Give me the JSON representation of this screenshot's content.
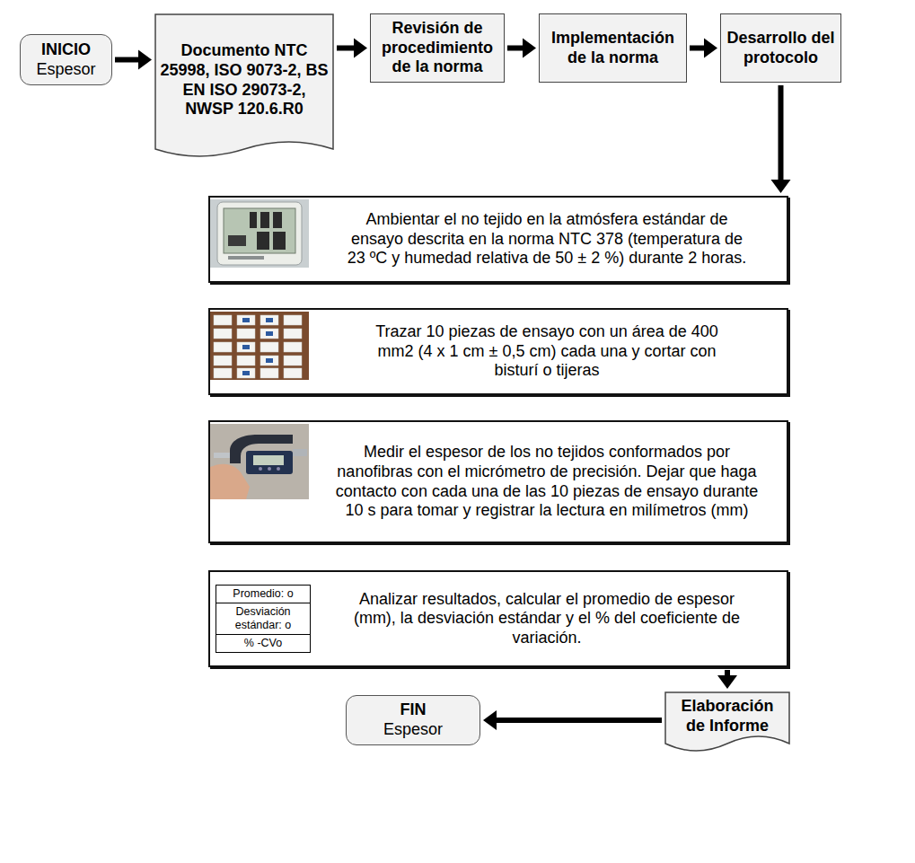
{
  "diagram": {
    "nodes": [
      {
        "text": [
          "INICIO",
          "Espesor"
        ]
      },
      {
        "text": [
          "Documento NTC 25998, ISO 9073-2, BS EN ISO 29073-2, NWSP 120.6.R0"
        ]
      },
      {
        "text": [
          "Revisión de procedimiento de la norma"
        ]
      },
      {
        "text": [
          "Implementación de la norma"
        ]
      },
      {
        "text": [
          "Desarrollo del protocolo"
        ]
      },
      {
        "text": [
          "Ambientar el no tejido en la atmósfera estándar de ensayo descrita en la norma NTC 378 (temperatura de 23 ºC y humedad relativa de 50 ± 2 %) durante 2 horas."
        ]
      },
      {
        "text": [
          "Trazar 10 piezas de ensayo con un área de 400 mm2 (4 x 1 cm ± 0,5 cm) cada una y cortar con bisturí o tijeras"
        ]
      },
      {
        "text": [
          "Medir el espesor de los no tejidos conformados por nanofibras con el micrómetro de precisión. Dejar que haga contacto con cada una de las 10 piezas de ensayo durante 10 s para tomar y registrar la lectura en milímetros (mm)"
        ]
      },
      {
        "text": [
          "Analizar resultados, calcular el promedio de espesor (mm), la desviación estándar y el % del coeficiente de variación."
        ]
      },
      {
        "text": [
          "Elaboración de Informe"
        ]
      },
      {
        "text": [
          "FIN",
          "Espesor"
        ]
      }
    ],
    "edges": [
      {
        "from": 0,
        "to": 1,
        "arrow": "to"
      },
      {
        "from": 1,
        "to": 2,
        "arrow": "to"
      },
      {
        "from": 2,
        "to": 3,
        "arrow": "to"
      },
      {
        "from": 3,
        "to": 4,
        "arrow": "to"
      },
      {
        "from": 4,
        "to": 5,
        "arrow": "to"
      },
      {
        "from": 8,
        "to": 9,
        "arrow": "to"
      },
      {
        "from": 9,
        "to": 10,
        "arrow": "to"
      }
    ],
    "labels": [
      "Promedio: o",
      "Desviación estándar: o",
      "% -CVo"
    ]
  }
}
